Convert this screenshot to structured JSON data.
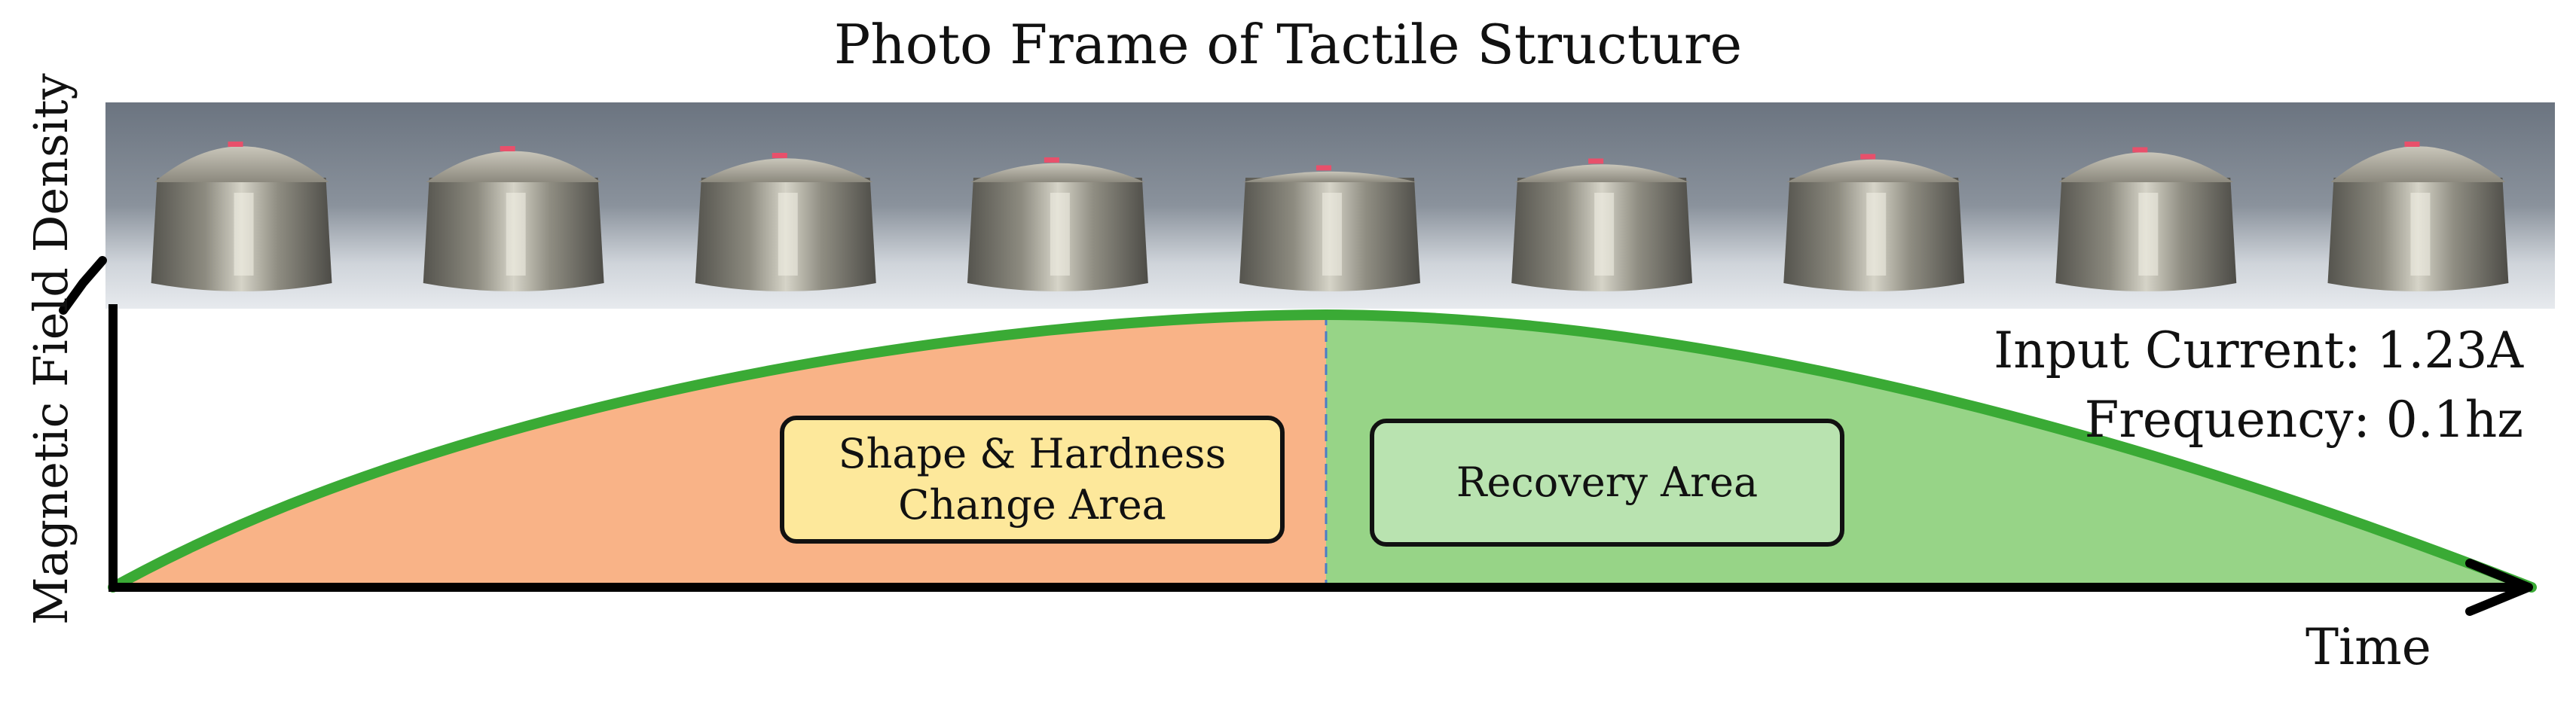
{
  "title": "Photo Frame of Tactile Structure",
  "y_axis_label": "Magnetic Field Density",
  "x_axis_label": "Time",
  "parameters": {
    "input_current": "Input Current: 1.23A",
    "frequency": "Frequency: 0.1hz"
  },
  "regions": {
    "change": "Shape & Hardness Change Area",
    "change_line1": "Shape & Hardness",
    "change_line2": "Change Area",
    "recovery": "Recovery Area"
  },
  "photo_strip": {
    "frame_count": 9,
    "description_icon": "tactile-structure-photo"
  },
  "colors": {
    "change_fill": "#f9b387",
    "recovery_fill": "#97d487",
    "curve": "#3aaa35",
    "change_box": "#fde89b",
    "recovery_box": "#b9e3b0",
    "divider": "#4a7cc7",
    "axis": "#000000"
  }
}
